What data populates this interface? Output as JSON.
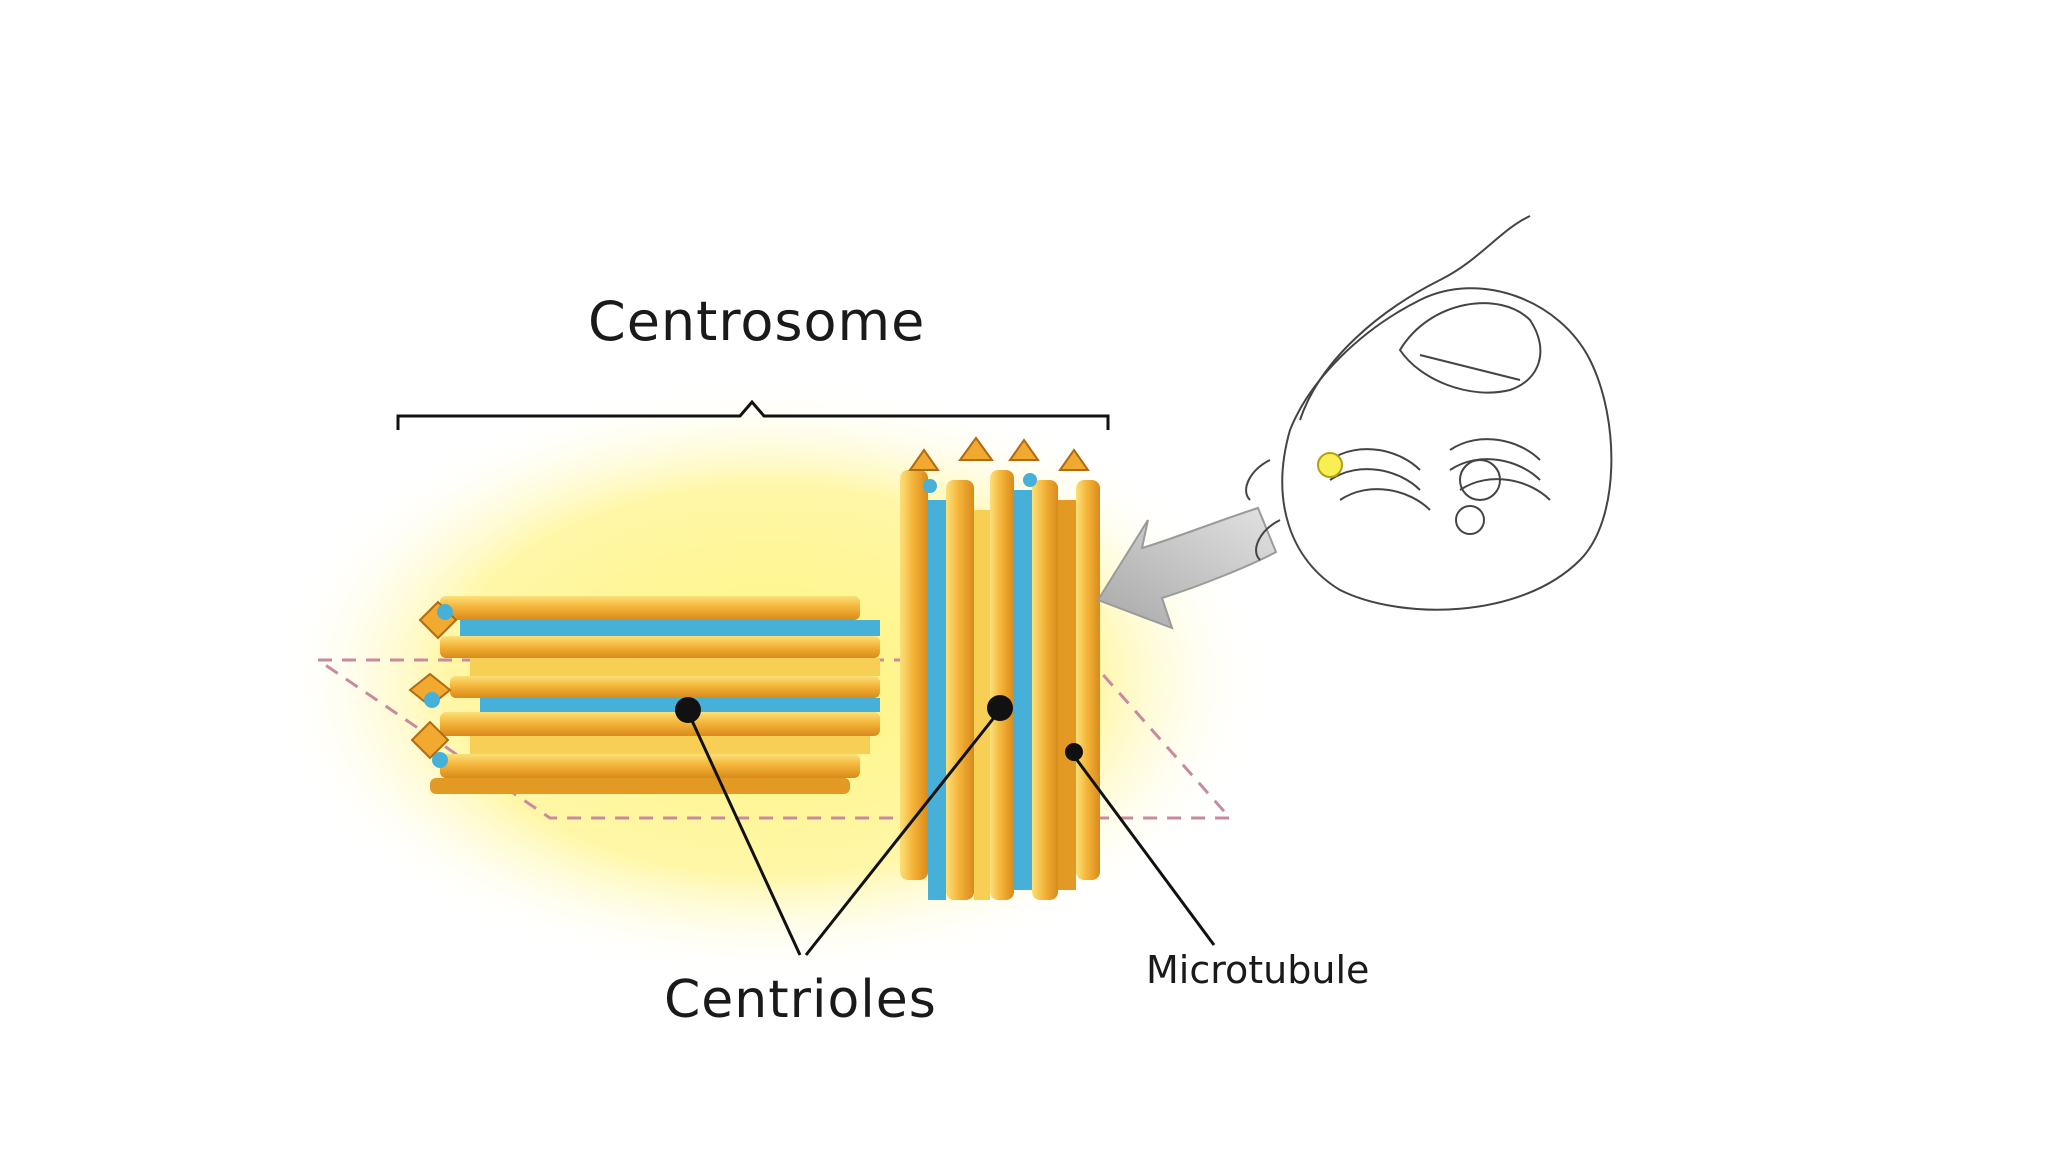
{
  "diagram": {
    "labels": {
      "centrosome": "Centrosome",
      "centrioles": "Centrioles",
      "microtubule": "Microtubule"
    },
    "colors": {
      "halo": "#fff7a8",
      "tube_orange": "#f2a930",
      "tube_yellow": "#f8cf55",
      "tube_blue": "#47b0d8",
      "arrow": "#b5b5b5",
      "line": "#111111",
      "plane": "#c98aa0"
    },
    "icons": [
      "cell-outline-icon",
      "arrow-icon"
    ]
  }
}
